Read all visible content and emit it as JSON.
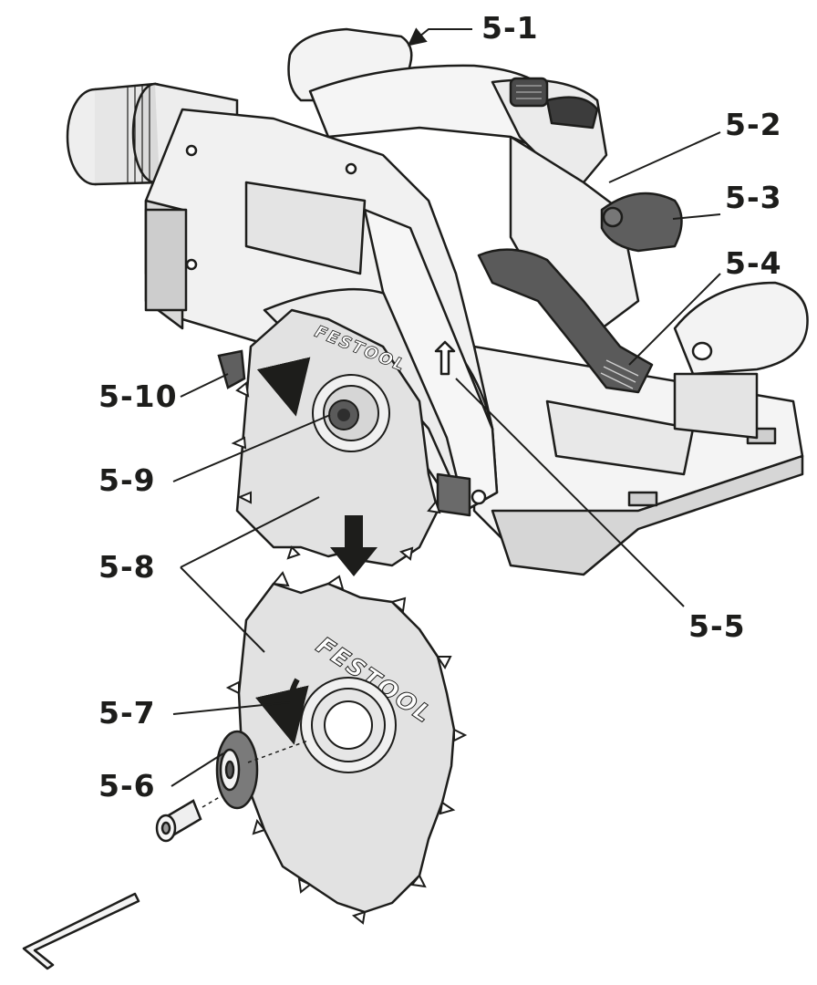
{
  "callouts": {
    "c1": "5-1",
    "c2": "5-2",
    "c3": "5-3",
    "c4": "5-4",
    "c5": "5-5",
    "c6": "5-6",
    "c7": "5-7",
    "c8": "5-8",
    "c9": "5-9",
    "c10": "5-10"
  },
  "brand_mark": "FESTOOL",
  "colors": {
    "outline": "#1d1d1b",
    "body": "#f2f2f2",
    "body_shade": "#dcdcdc",
    "dark_part": "#6a6a6a",
    "blade": "#e2e2e2"
  },
  "icons": [
    "hex-key-icon",
    "screw-icon",
    "flange-washer-icon",
    "saw-blade-icon",
    "rotation-arrow-icon",
    "down-arrow-icon"
  ]
}
